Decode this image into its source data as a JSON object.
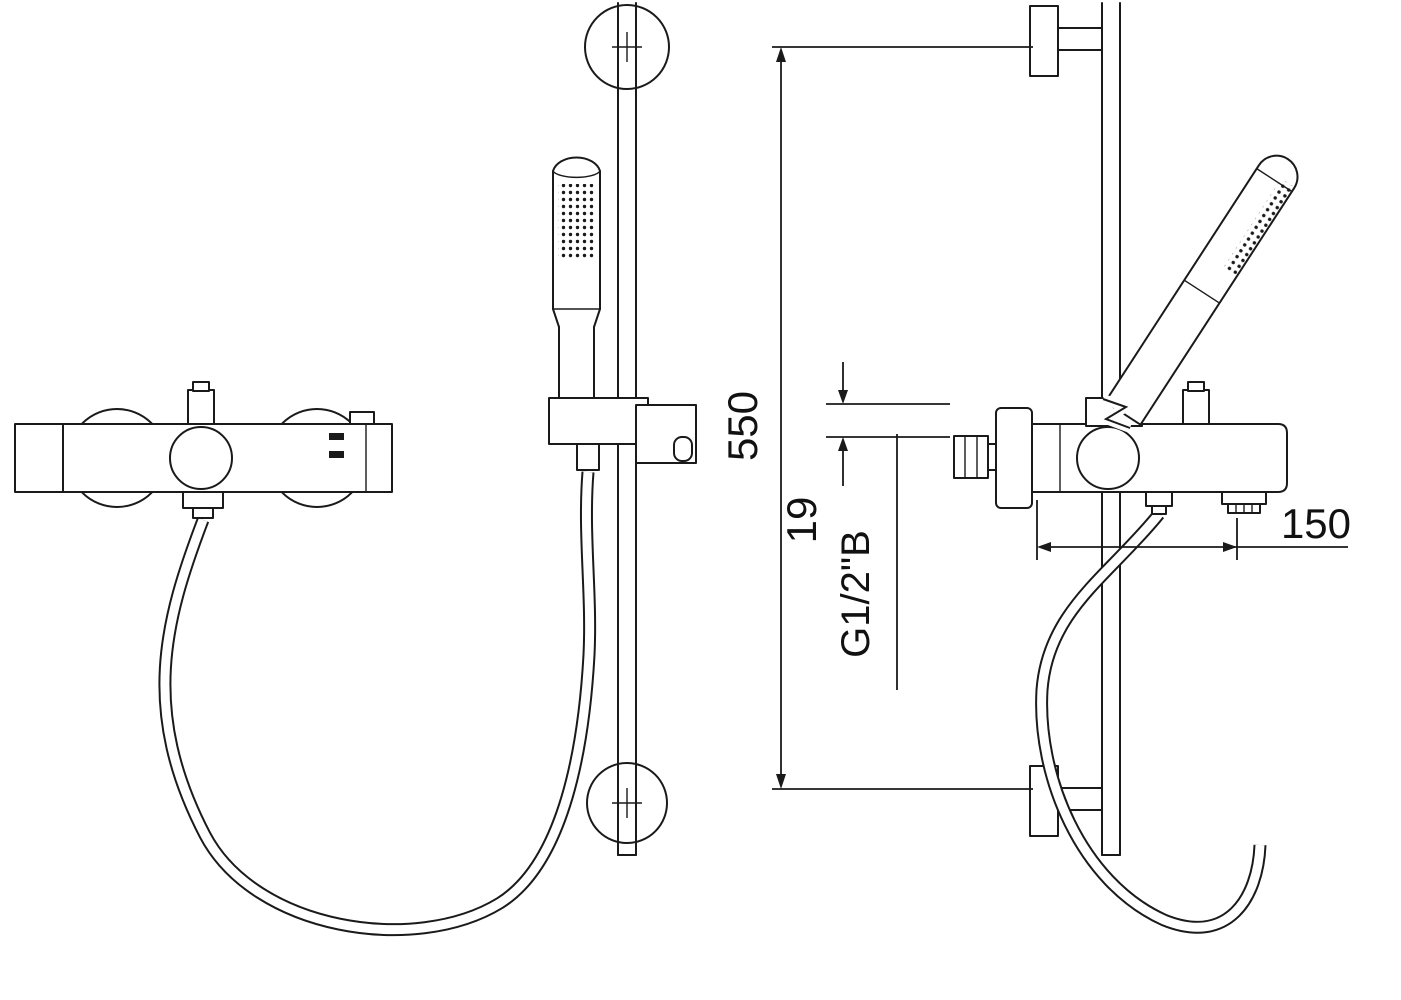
{
  "dimensions": {
    "rail_height": "550",
    "wall_offset": "19",
    "inlet_thread": "G1/2\"B",
    "spout_reach": "150"
  }
}
